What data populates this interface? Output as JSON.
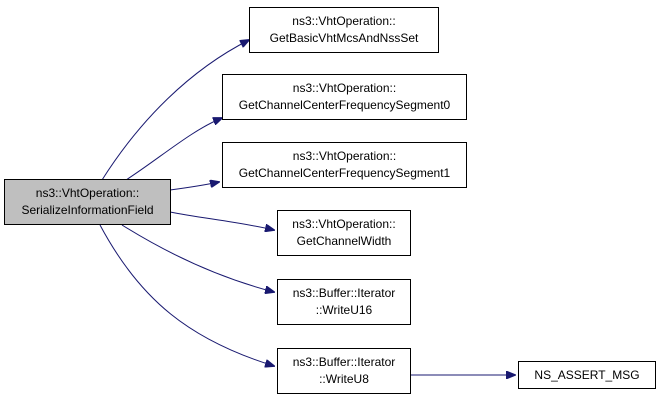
{
  "graph": {
    "root": {
      "lines": [
        "ns3::VhtOperation::",
        "SerializeInformationField"
      ]
    },
    "callees": [
      {
        "id": "basic",
        "lines": [
          "ns3::VhtOperation::",
          "GetBasicVhtMcsAndNssSet"
        ]
      },
      {
        "id": "seg0",
        "lines": [
          "ns3::VhtOperation::",
          "GetChannelCenterFrequencySegment0"
        ]
      },
      {
        "id": "seg1",
        "lines": [
          "ns3::VhtOperation::",
          "GetChannelCenterFrequencySegment1"
        ]
      },
      {
        "id": "width",
        "lines": [
          "ns3::VhtOperation::",
          "GetChannelWidth"
        ]
      },
      {
        "id": "u16",
        "lines": [
          "ns3::Buffer::Iterator",
          "::WriteU16"
        ]
      },
      {
        "id": "u8",
        "lines": [
          "ns3::Buffer::Iterator",
          "::WriteU8"
        ]
      },
      {
        "id": "assert",
        "lines": [
          "NS_ASSERT_MSG"
        ]
      }
    ],
    "edges": [
      [
        "root",
        "basic"
      ],
      [
        "root",
        "seg0"
      ],
      [
        "root",
        "seg1"
      ],
      [
        "root",
        "width"
      ],
      [
        "root",
        "u16"
      ],
      [
        "root",
        "u8"
      ],
      [
        "u8",
        "assert"
      ]
    ],
    "colors": {
      "edge": "#191970",
      "node_border": "#000000",
      "root_fill": "#bfbfbf",
      "node_fill": "#ffffff"
    }
  }
}
